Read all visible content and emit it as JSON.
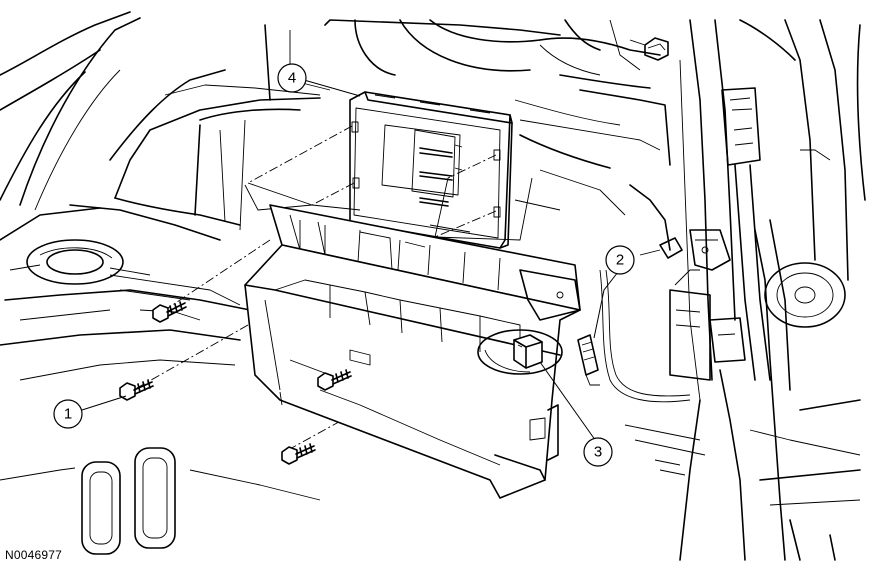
{
  "callouts": [
    {
      "label": "1",
      "part": "screw"
    },
    {
      "label": "2",
      "part": "electrical connector"
    },
    {
      "label": "3",
      "part": "electrical connector"
    },
    {
      "label": "4",
      "part": "module"
    }
  ],
  "drawing_id": "N0046977"
}
